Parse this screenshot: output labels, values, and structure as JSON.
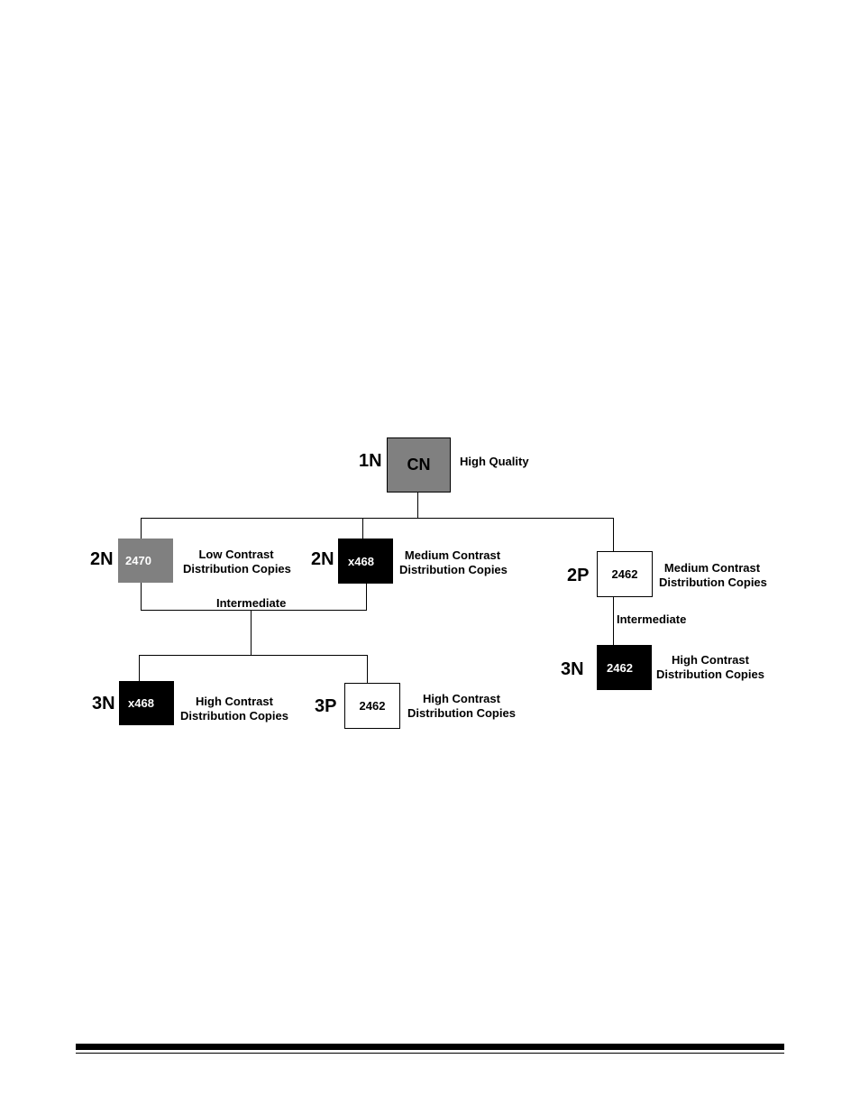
{
  "diagram": {
    "root": {
      "gen": "1N",
      "film": "CN",
      "caption": "High Quality"
    },
    "level2": [
      {
        "gen": "2N",
        "film": "2470",
        "caption_1": "Low Contrast",
        "caption_2": "Distribution Copies"
      },
      {
        "gen": "2N",
        "film": "x468",
        "caption_1": "Medium Contrast",
        "caption_2": "Distribution Copies"
      },
      {
        "gen": "2P",
        "film": "2462",
        "caption_1": "Medium Contrast",
        "caption_2": "Distribution Copies"
      }
    ],
    "level3": [
      {
        "gen": "3N",
        "film": "x468",
        "caption_1": "High Contrast",
        "caption_2": "Distribution Copies"
      },
      {
        "gen": "3P",
        "film": "2462",
        "caption_1": "High Contrast",
        "caption_2": "Distribution Copies"
      },
      {
        "gen": "3N",
        "film": "2462",
        "caption_1": "High Contrast",
        "caption_2": "Distribution Copies"
      }
    ],
    "intermediate_left": "Intermediate",
    "intermediate_right": "Intermediate"
  },
  "colors": {
    "gray": "#808080",
    "black": "#000000",
    "white": "#ffffff"
  }
}
